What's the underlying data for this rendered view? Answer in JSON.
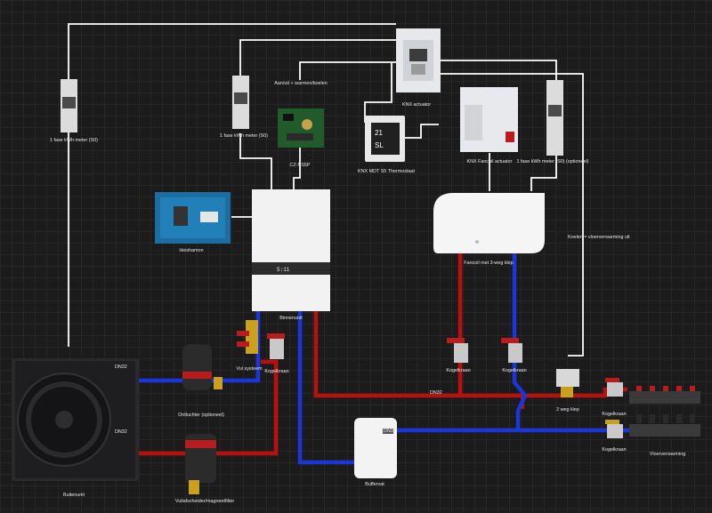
{
  "labels": {
    "knx_actuator": "KNX actuator",
    "aan_uit": "Aan/uit + warmen/koelen",
    "kwh_left": "1 fase kWh meter (S0)",
    "kwh_mid": "1 fase kWh meter (S0)",
    "kwh_right": "1 fase kWh meter (S0) (optioneel)",
    "cz_nssp": "CZ-NS5P",
    "thermostaat": "KNX MDT S5 Thermostaat",
    "fancoil_actuator": "KNX Fancoil actuator",
    "heishamon": "Heishamon",
    "binnenunit": "Binnenunit",
    "fancoil": "Fancoil met 3-weg klep",
    "koelen": "Koelen = vloerverwarming uit",
    "vul_systeem": "Vul systeem",
    "kogelkraan_1": "Kogelkraan",
    "kogelkraan_2": "Kogelkraan",
    "kogelkraan_3": "Kogelkraan",
    "kogelkraan_4": "Kogelkraan",
    "kogelkraan_5": "Kogelkraan",
    "dn32_top": "DN32",
    "dn32_left": "DN32",
    "dn32_mid": "DN32",
    "dn32_buffer": "DN32",
    "ontluchter": "Ontluchter (optioneel)",
    "vuilafscheider": "Vuilafscheider/magneetfilter",
    "buitenunit": "Buitenunit",
    "buffervat": "Buffervat",
    "tweeweg": "2 weg klep",
    "vloerverwarming": "Vloerverwarming"
  },
  "device_text": {
    "thermostat_temp": "21",
    "thermostat_mode": "SL",
    "binnenunit_display": "5:11"
  },
  "colors": {
    "supply": "#b80f0f",
    "return": "#1a36d6",
    "signal": "#ffffff",
    "background": "#1b1b1b"
  }
}
